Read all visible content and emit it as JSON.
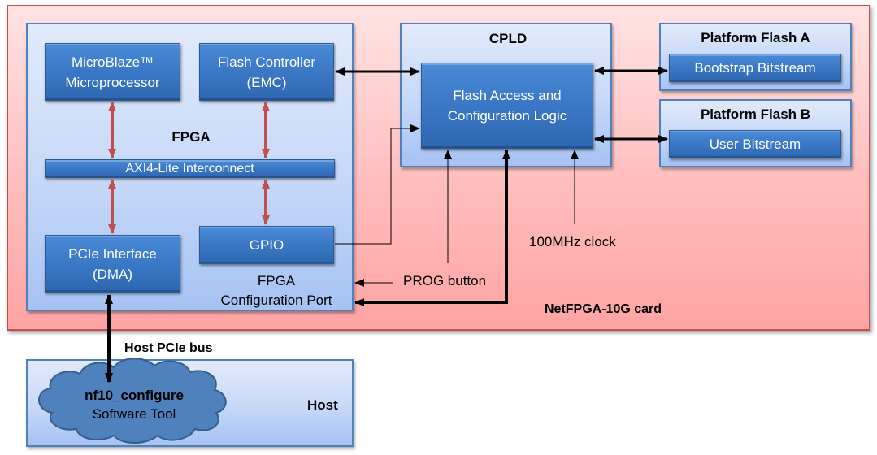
{
  "diagram": {
    "card_label": "NetFPGA-10G card",
    "fpga": {
      "title": "FPGA",
      "microblaze": [
        "MicroBlaze™",
        "Microprocessor"
      ],
      "flash_controller": [
        "Flash Controller",
        "(EMC)"
      ],
      "axi": "AXI4-Lite Interconnect",
      "pcie": [
        "PCIe Interface",
        "(DMA)"
      ],
      "gpio": "GPIO",
      "config_port": [
        "FPGA",
        "Configuration Port"
      ]
    },
    "cpld": {
      "title": "CPLD",
      "logic": [
        "Flash Access and",
        "Configuration Logic"
      ]
    },
    "flash_a": {
      "title": "Platform Flash A",
      "content": "Bootstrap Bitstream"
    },
    "flash_b": {
      "title": "Platform Flash B",
      "content": "User Bitstream"
    },
    "labels": {
      "clock": "100MHz clock",
      "prog": "PROG button",
      "pcie_bus": "Host PCIe bus"
    },
    "host": {
      "title": "Host",
      "tool_name": "nf10_configure",
      "tool_desc": "Software Tool"
    },
    "colors": {
      "card_border": "#c0504d",
      "panel_border": "#4f81bd",
      "block_fill": "#3a78c6",
      "bus_arrow": "#c0504d"
    }
  }
}
